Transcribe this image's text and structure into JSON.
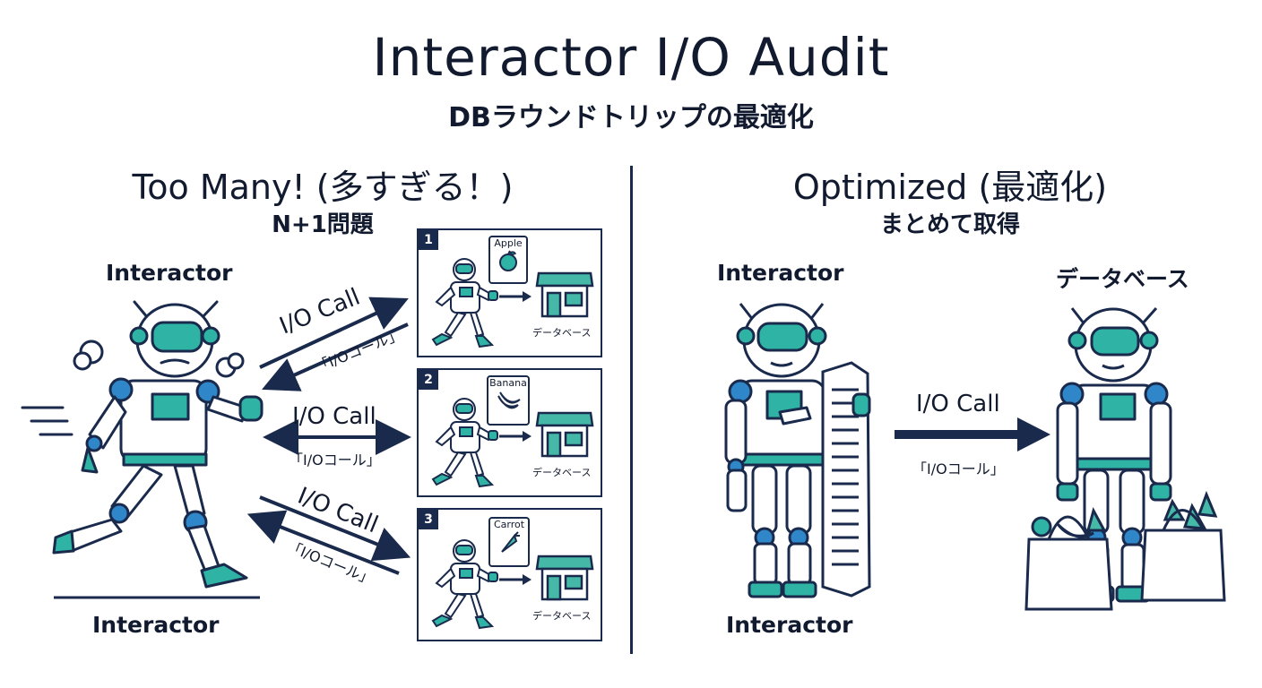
{
  "title": "Interactor I/O Audit",
  "subtitle": "DBラウンドトリップの最適化",
  "left": {
    "heading": "Too Many! (多すぎる！)",
    "subheading": "N+1問題",
    "actor_top": "Interactor",
    "actor_bottom": "Interactor",
    "calls": [
      {
        "label": "I/O Call",
        "jp": "「I/Oコール」"
      },
      {
        "label": "I/O Call",
        "jp": "「I/Oコール」"
      },
      {
        "label": "I/O Call",
        "jp": "「I/Oコール」"
      }
    ],
    "steps": [
      {
        "num": "1",
        "item": "Apple",
        "db": "データベース"
      },
      {
        "num": "2",
        "item": "Banana",
        "db": "データベース"
      },
      {
        "num": "3",
        "item": "Carrot",
        "db": "データベース"
      }
    ]
  },
  "right": {
    "heading": "Optimized (最適化)",
    "subheading": "まとめて取得",
    "actor_top": "Interactor",
    "actor_bottom": "Interactor",
    "db_label": "データベース",
    "call": {
      "label": "I/O Call",
      "jp": "「I/Oコール」"
    }
  },
  "colors": {
    "navy": "#1a2a4c",
    "teal": "#2fb3a5",
    "blue": "#2f86c9",
    "shop_green": "#45b8a8"
  },
  "icons": [
    "robot-icon",
    "apple-icon",
    "banana-icon",
    "carrot-icon",
    "store-icon",
    "scroll-icon",
    "grocery-bag-icon"
  ]
}
